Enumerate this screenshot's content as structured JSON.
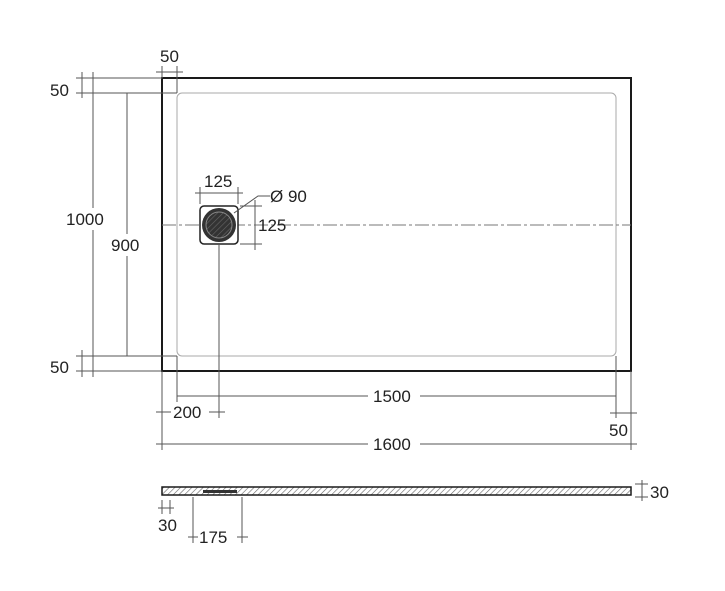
{
  "plan_view": {
    "top_margin": "50",
    "left_top_margin": "50",
    "overall_width_side": "1000",
    "inner_width_side": "900",
    "left_bottom_margin": "50",
    "drain_box_width": "125",
    "drain_diameter": "Ø 90",
    "drain_box_height": "125",
    "inner_length": "1500",
    "drain_offset": "200",
    "right_margin": "50",
    "overall_length": "1600"
  },
  "section_view": {
    "thickness": "30",
    "edge_width": "30",
    "drain_channel": "175"
  },
  "colors": {
    "outline": "#1a1a1a",
    "dimension": "#555555"
  }
}
